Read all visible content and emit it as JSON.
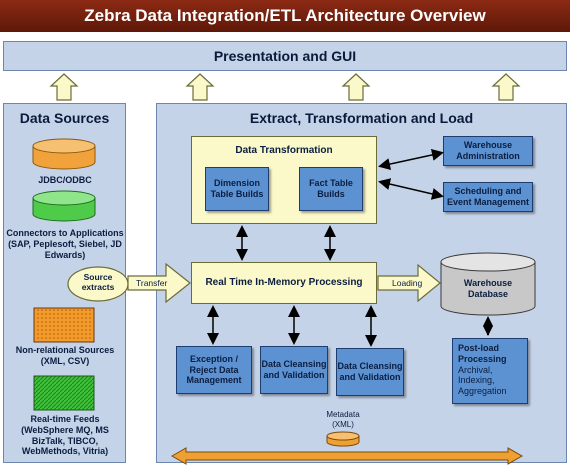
{
  "title": "Zebra Data Integration/ETL Architecture Overview",
  "presentation": "Presentation and GUI",
  "sources": {
    "title": "Data Sources",
    "jdbc": "JDBC/ODBC",
    "connectors": "Connectors to Applications (SAP, Peplesoft, Siebel, JD Edwards)",
    "extracts": "Source extracts",
    "nonrel": "Non-relational Sources (XML, CSV)",
    "feeds": "Real-time Feeds (WebSphere MQ, MS BizTalk, TIBCO, WebMethods, Vitria)"
  },
  "etl": {
    "title": "Extract, Transformation and Load",
    "transformation": "Data Transformation",
    "dimension": "Dimension Table Builds",
    "fact": "Fact Table Builds",
    "warehouse_admin": "Warehouse Administration",
    "scheduling": "Scheduling and Event Management",
    "processing": "Real Time In-Memory Processing",
    "transfer": "Transfer",
    "loading": "Loading",
    "warehouse_db": "Warehouse Database",
    "postload_title": "Post-load Processing",
    "postload_items": "Archival, Indexing, Aggregation",
    "exception": "Exception / Reject Data Management",
    "cleansing1": "Data Cleansing and Validation",
    "cleansing2": "Data Cleansing and Validation",
    "metadata": "Metadata (XML)"
  },
  "colors": {
    "title_bg": "#7a2410",
    "panel": "#c5d3e8",
    "yellow": "#fbf9c9",
    "blue_box": "#5d92d2",
    "jdbc_cyl": "#f2a23a",
    "conn_cyl": "#5fd35a",
    "warehouse_cyl": "#c8c8c8",
    "metadata_arrow": "#f0a030"
  }
}
